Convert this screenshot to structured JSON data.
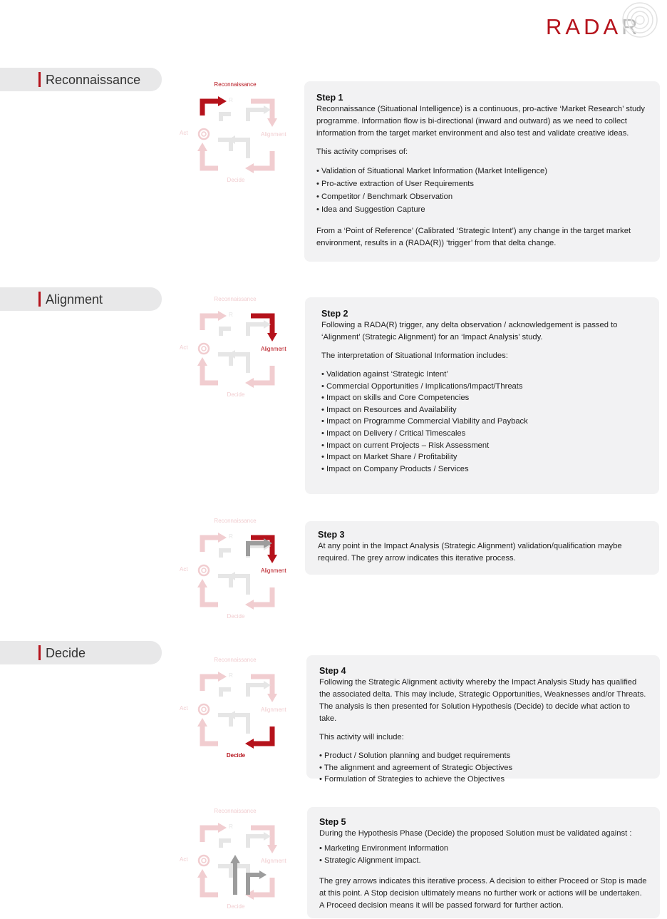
{
  "brand": {
    "logo_text": "RADA",
    "logo_last": "R",
    "accent": "#b5121b"
  },
  "diagram_labels": {
    "top": "Reconnaissance",
    "right": "Alignment",
    "bottom": "Decide",
    "left": "Act",
    "center": "R"
  },
  "sections": [
    {
      "label": "Reconnaissance"
    },
    {
      "label": "Alignment"
    },
    {
      "label": "Decide"
    }
  ],
  "steps": [
    {
      "title": "Step 1",
      "intro": "Reconnaissance (Situational Intelligence) is a continuous, pro-active ‘Market Research’ study programme. Information flow is bi-directional (inward and outward) as we need to collect information from the target market environment and also test and validate creative ideas.",
      "lead": "This activity comprises of:",
      "bullets": [
        "Validation of Situational Market Information (Market Intelligence)",
        "Pro-active extraction of User Requirements",
        "Competitor / Benchmark Observation",
        "Idea and Suggestion Capture"
      ],
      "outro": "From a ‘Point of Reference’ (Calibrated ‘Strategic Intent’) any change in the target market environment, results in a (RADA(R)) ‘trigger’ from that delta change."
    },
    {
      "title": "Step 2",
      "intro": "Following a RADA(R) trigger, any delta observation / acknowledgement is passed to ‘Alignment’ (Strategic Alignment) for an ‘Impact Analysis’ study.",
      "lead": "The interpretation of Situational Information includes:",
      "bullets": [
        "Validation against ‘Strategic Intent’",
        "Commercial Opportunities / Implications/Impact/Threats",
        "Impact on skills and Core Competencies",
        "Impact on Resources and Availability",
        "Impact on Programme Commercial Viability and Payback",
        "Impact on Delivery / Critical Timescales",
        "Impact on current Projects – Risk Assessment",
        "Impact on Market Share / Profitability",
        "Impact on Company Products / Services"
      ]
    },
    {
      "title": "Step 3",
      "intro": "At any point in the Impact Analysis (Strategic Alignment) validation/qualification maybe required. The grey arrow indicates this iterative process."
    },
    {
      "title": "Step 4",
      "intro": "Following the Strategic Alignment activity whereby the Impact Analysis Study has qualified the associated delta. This may include, Strategic Opportunities, Weaknesses and/or Threats. The analysis is then presented for Solution Hypothesis (Decide) to decide what action to take.",
      "lead": "This activity will include:",
      "bullets": [
        "Product / Solution planning and budget requirements",
        "The alignment and agreement of Strategic Objectives",
        "Formulation of Strategies to achieve the Objectives"
      ]
    },
    {
      "title": "Step 5",
      "intro": "During the Hypothesis Phase (Decide) the proposed Solution must be validated against :",
      "bullets": [
        "Marketing Environment Information",
        "Strategic Alignment impact."
      ],
      "outro": "The grey arrows indicates this iterative process.  A decision to either Proceed or Stop is made at this point. A Stop decision ultimately means no further work or actions will be undertaken. A Proceed decision means it will be passed forward for further action."
    }
  ]
}
